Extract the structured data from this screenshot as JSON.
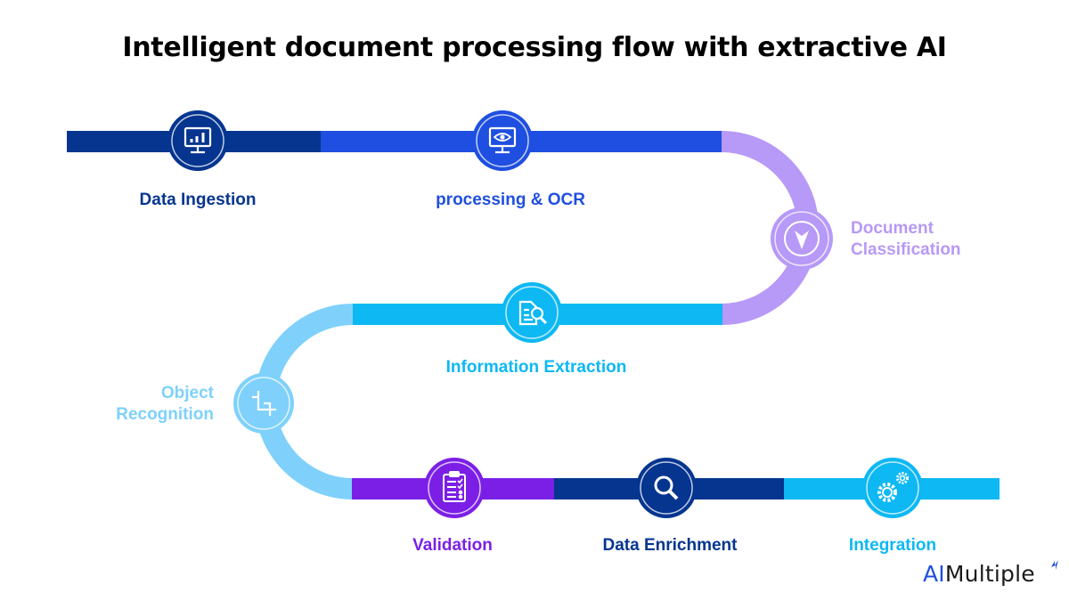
{
  "title": "Intelligent document processing flow with extractive AI",
  "colors": {
    "navy": "#05358f",
    "blue": "#1f4fe0",
    "lavender": "#b799f7",
    "cyan": "#0db8f3",
    "light_cyan": "#7fd1fb",
    "purple": "#7b1fe6"
  },
  "steps": [
    {
      "label": "Data Ingestion",
      "icon": "monitor-chart-icon",
      "color": "#05358f"
    },
    {
      "label": "processing & OCR",
      "icon": "monitor-eye-icon",
      "color": "#1f4fe0"
    },
    {
      "label_line1": "Document",
      "label_line2": "Classification",
      "icon": "compass-icon",
      "color": "#b799f7"
    },
    {
      "label": "Information Extraction",
      "icon": "document-search-icon",
      "color": "#0db8f3"
    },
    {
      "label_line1": "Object",
      "label_line2": "Recognition",
      "icon": "crop-icon",
      "color": "#7fd1fb"
    },
    {
      "label": "Validation",
      "icon": "clipboard-checklist-icon",
      "color": "#7b1fe6"
    },
    {
      "label": "Data Enrichment",
      "icon": "magnifier-icon",
      "color": "#05358f"
    },
    {
      "label": "Integration",
      "icon": "gears-icon",
      "color": "#0db8f3"
    }
  ],
  "brand": {
    "prefix": "AI",
    "suffix": "Multiple"
  }
}
